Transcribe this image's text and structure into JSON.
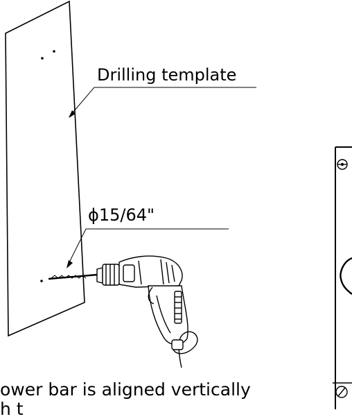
{
  "callouts": {
    "template_label": "Drilling template",
    "hole_diameter_label": "ϕ15/64\""
  },
  "caption": {
    "line1": "ower bar is aligned vertically",
    "line2": "h t    "
  },
  "icons": [
    "drill-icon",
    "mounting-hole-icon",
    "screw-head-icon"
  ]
}
